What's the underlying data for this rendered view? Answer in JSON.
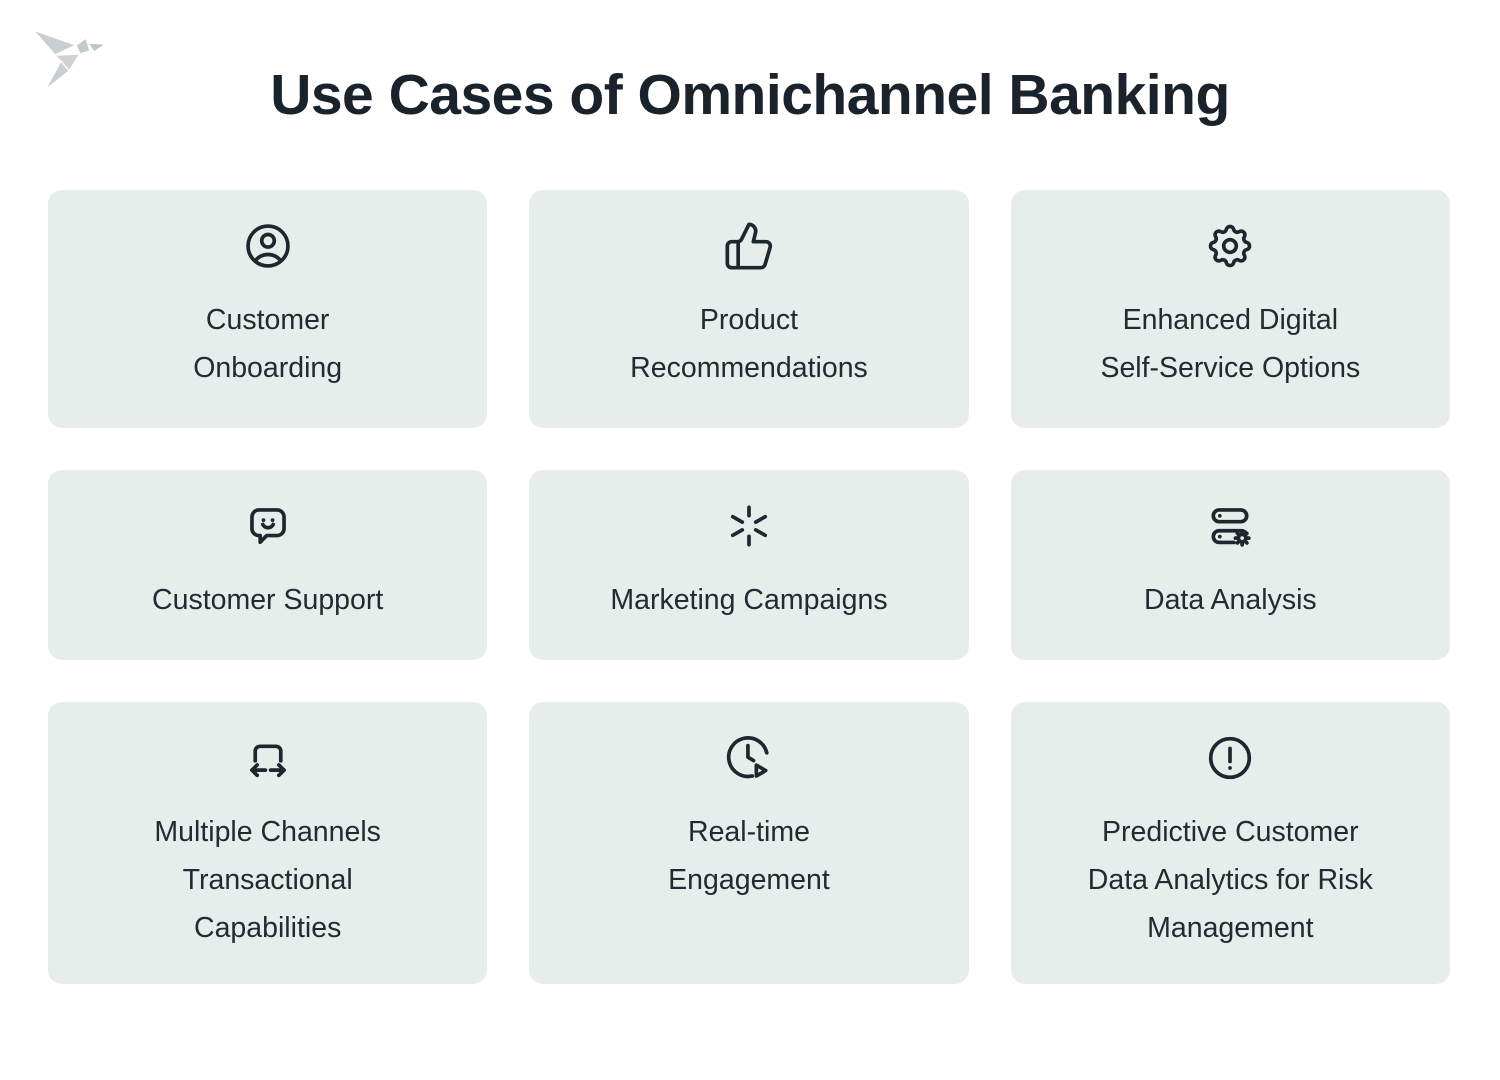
{
  "title": "Use Cases of Omnichannel Banking",
  "logo": {
    "name": "origami-bird",
    "color": "#c7ccd0"
  },
  "theme": {
    "page_bg": "#ffffff",
    "card_bg": "#e7edeb",
    "ink": "#222b33",
    "title_ink": "#1a222b",
    "icon_stroke": "#1f272e"
  },
  "cards": [
    {
      "icon": "user-circle-icon",
      "label": "Customer Onboarding",
      "lines": [
        "Customer",
        "Onboarding"
      ]
    },
    {
      "icon": "thumbs-up-icon",
      "label": "Product Recommendations",
      "lines": [
        "Product",
        "Recommendations"
      ]
    },
    {
      "icon": "gear-icon",
      "label": "Enhanced Digital Self-Service Options",
      "lines": [
        "Enhanced Digital",
        "Self-Service Options"
      ]
    },
    {
      "icon": "chat-smile-icon",
      "label": "Customer Support",
      "lines": [
        "Customer Support"
      ]
    },
    {
      "icon": "spark-icon",
      "label": "Marketing Campaigns",
      "lines": [
        "Marketing Campaigns"
      ]
    },
    {
      "icon": "server-gear-icon",
      "label": "Data Analysis",
      "lines": [
        "Data Analysis"
      ]
    },
    {
      "icon": "channels-arrows-icon",
      "label": "Multiple Channels Transactional Capabilities",
      "lines": [
        "Multiple Channels",
        "Transactional",
        "Capabilities"
      ]
    },
    {
      "icon": "clock-play-icon",
      "label": "Real-time Engagement",
      "lines": [
        "Real-time",
        "Engagement"
      ]
    },
    {
      "icon": "alert-circle-icon",
      "label": "Predictive Customer Data Analytics for Risk Management",
      "lines": [
        "Predictive Customer",
        "Data Analytics for Risk",
        "Management"
      ]
    }
  ]
}
